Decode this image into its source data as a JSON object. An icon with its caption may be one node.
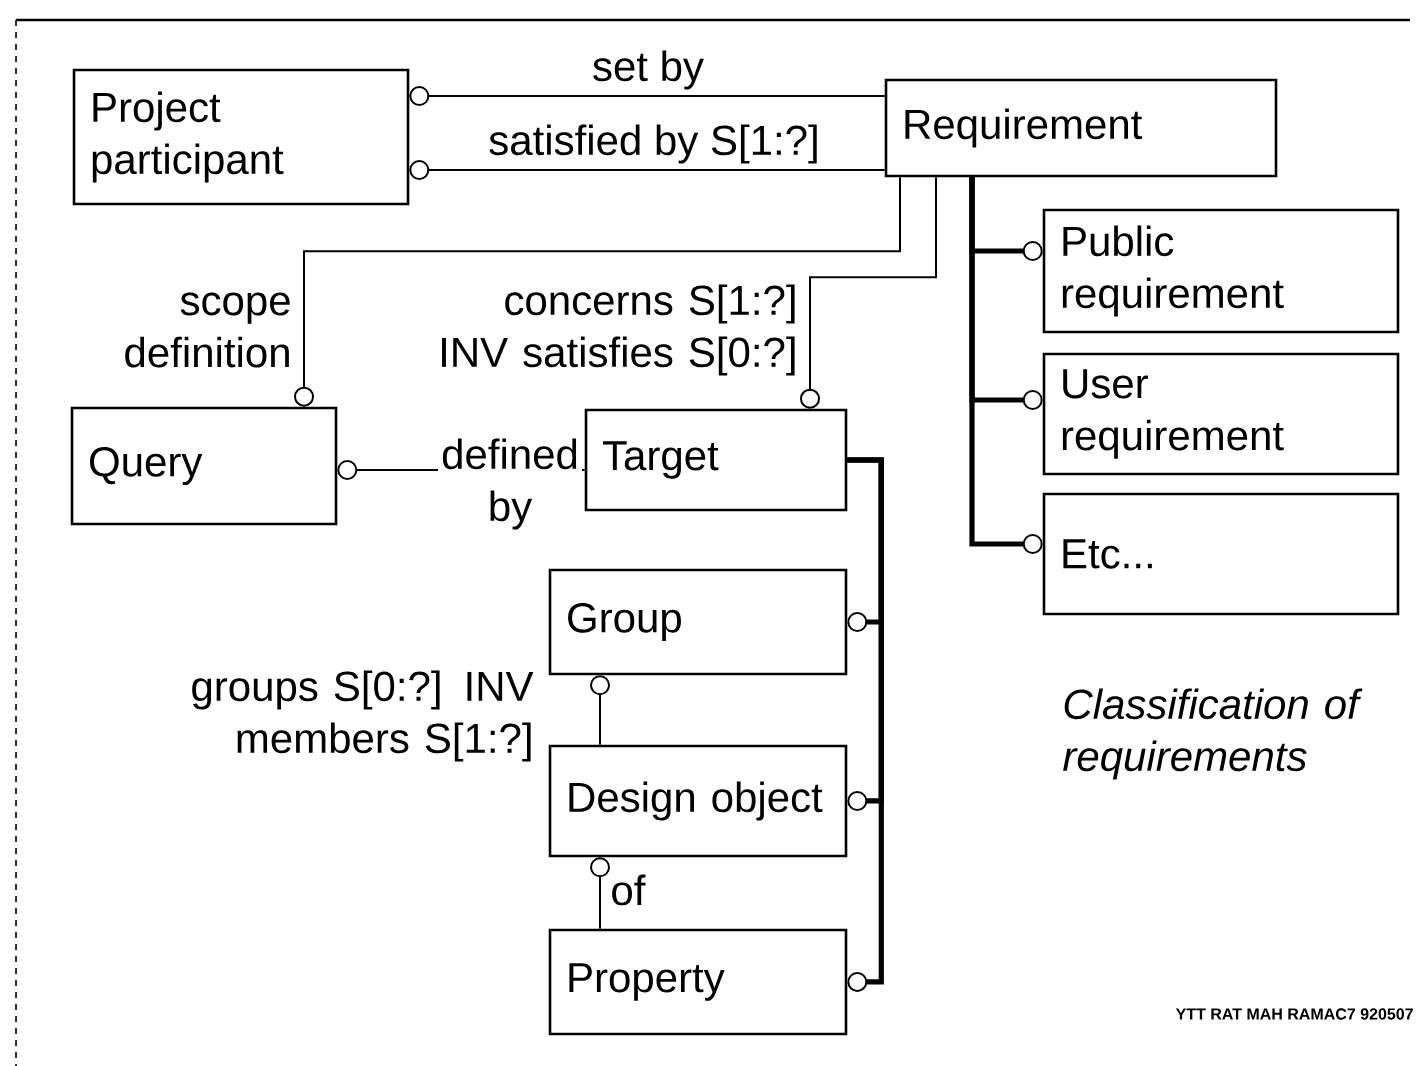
{
  "diagram": {
    "nodes": [
      {
        "text": [
          "Project participant"
        ]
      },
      {
        "text": [
          "Requirement"
        ]
      },
      {
        "text": [
          "Public requirement"
        ]
      },
      {
        "text": [
          "User requirement"
        ]
      },
      {
        "text": [
          "Etc..."
        ]
      },
      {
        "text": [
          "Query"
        ]
      },
      {
        "text": [
          "Target"
        ]
      },
      {
        "text": [
          "Group"
        ]
      },
      {
        "text": [
          "Design object"
        ]
      },
      {
        "text": [
          "Property"
        ]
      }
    ],
    "edges": [
      {
        "from": 1,
        "to": 0,
        "arrow": "other",
        "label": "set by"
      },
      {
        "from": 1,
        "to": 0,
        "arrow": "other",
        "label": "satisfied by S[1:?]"
      },
      {
        "from": 1,
        "to": 5,
        "arrow": "other",
        "label": "scope definition"
      },
      {
        "from": 1,
        "to": 6,
        "arrow": "other",
        "label": "concerns S[1:?] INV satisfies S[0:?]"
      },
      {
        "from": 6,
        "to": 5,
        "arrow": "other",
        "label": "defined by"
      },
      {
        "from": 1,
        "to": 2,
        "arrow": "other",
        "style": "thick"
      },
      {
        "from": 1,
        "to": 3,
        "arrow": "other",
        "style": "thick"
      },
      {
        "from": 1,
        "to": 4,
        "arrow": "other",
        "style": "thick"
      },
      {
        "from": 6,
        "to": 7,
        "arrow": "other",
        "style": "thick"
      },
      {
        "from": 6,
        "to": 8,
        "arrow": "other",
        "style": "thick"
      },
      {
        "from": 6,
        "to": 9,
        "arrow": "other",
        "style": "thick"
      },
      {
        "from": 8,
        "to": 7,
        "arrow": "other",
        "label": "groups S[0:?] INV members S[1:?]"
      },
      {
        "from": 9,
        "to": 8,
        "arrow": "other",
        "label": "of"
      }
    ],
    "labels": [
      "Classification of requirements",
      "YTT RAT MAH RAMAC7 920507"
    ]
  }
}
